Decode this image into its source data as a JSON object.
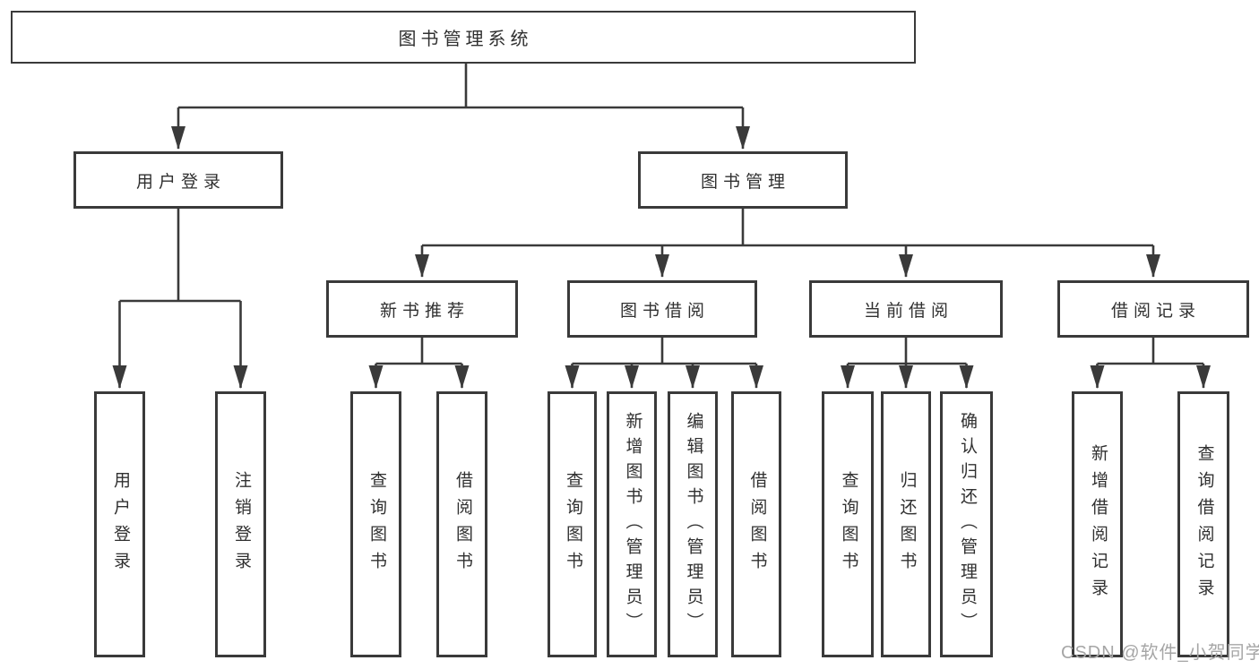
{
  "diagram_title": "图书管理系统",
  "colors": {
    "line": "#3a3a3a",
    "box_border": "#3a3a3a",
    "box_fill": "#ffffff",
    "text": "#303030",
    "watermark_text_color": "#a6a6a6",
    "background": "#ffffff"
  },
  "watermark": "CSDN @软件_小贺同学",
  "nodes": {
    "root": "图书管理系统",
    "user_login": "用户登录",
    "book_mgmt": "图书管理",
    "new_book_rec": "新书推荐",
    "book_borrow": "图书借阅",
    "current_borrow": "当前借阅",
    "borrow_records": "借阅记录",
    "leaf_user_login": "用户登录",
    "leaf_logout": "注销登录",
    "leaf_query_book_rec": "查询图书",
    "leaf_borrow_book_rec": "借阅图书",
    "leaf_query_book_borrow": "查询图书",
    "leaf_add_book": "新增图书（管理员）",
    "leaf_edit_book": "编辑图书（管理员）",
    "leaf_borrow_book_borrow": "借阅图书",
    "leaf_query_book_current": "查询图书",
    "leaf_return_book": "归还图书",
    "leaf_confirm_return": "确认归还（管理员）",
    "leaf_add_record": "新增借阅记录",
    "leaf_query_record": "查询借阅记录"
  },
  "hierarchy": {
    "图书管理系统": {
      "用户登录": [
        "用户登录",
        "注销登录"
      ],
      "图书管理": {
        "新书推荐": [
          "查询图书",
          "借阅图书"
        ],
        "图书借阅": [
          "查询图书",
          "新增图书（管理员）",
          "编辑图书（管理员）",
          "借阅图书"
        ],
        "当前借阅": [
          "查询图书",
          "归还图书",
          "确认归还（管理员）"
        ],
        "借阅记录": [
          "新增借阅记录",
          "查询借阅记录"
        ]
      }
    }
  }
}
